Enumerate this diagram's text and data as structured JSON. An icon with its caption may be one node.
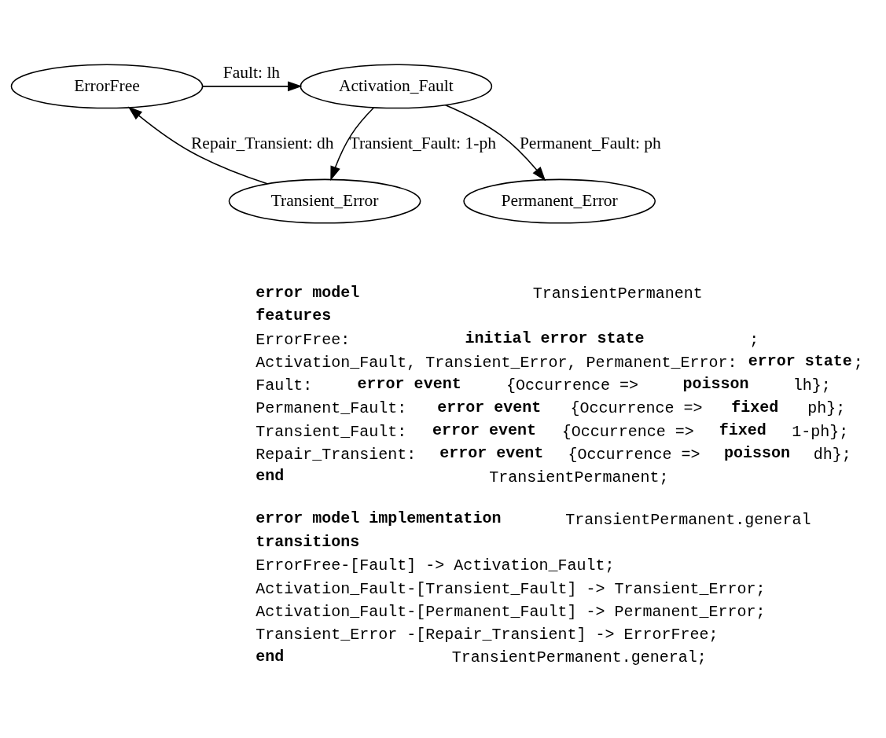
{
  "diagram": {
    "nodes": [
      {
        "text": [
          "ErrorFree"
        ]
      },
      {
        "text": [
          "Activation_Fault"
        ]
      },
      {
        "text": [
          "Transient_Error"
        ]
      },
      {
        "text": [
          "Permanent_Error"
        ]
      }
    ],
    "edges": [
      {
        "from": 2,
        "to": 0,
        "arrow": "to",
        "label": "Repair_Transient: dh"
      },
      {
        "from": 1,
        "to": 2,
        "arrow": "to",
        "label": "Transient_Fault: 1-ph"
      },
      {
        "from": 0,
        "to": 1,
        "arrow": "to",
        "label": "Fault: lh"
      },
      {
        "from": 1,
        "to": 3,
        "arrow": "to",
        "label": "Permanent_Fault: ph"
      }
    ],
    "labels": [
      "**error model** TransientPermanent",
      "**features**",
      "ErrorFree: **initial error state**;",
      "Activation_Fault, Transient_Error, Permanent_Error: **error state**;",
      "Fault: **error event** {Occurrence => **poisson** lh};",
      "Permanent_Fault: **error event** {Occurrence => **fixed** ph};",
      "Transient_Fault: **error event** {Occurrence => **fixed** 1-ph};",
      "Repair_Transient: **error event** {Occurrence => **poisson** dh};",
      "**end** TransientPermanent;",
      "**error model implementation** TransientPermanent.general",
      "**transitions**",
      "ErrorFree-[Fault] -> Activation_Fault;",
      "Activation_Fault-[Transient_Fault] -> Transient_Error;",
      "Activation_Fault-[Permanent_Fault] -> Permanent_Error;",
      "Transient_Error -[Repair_Transient] -> ErrorFree;",
      "**end** TransientPermanent.general;"
    ]
  }
}
